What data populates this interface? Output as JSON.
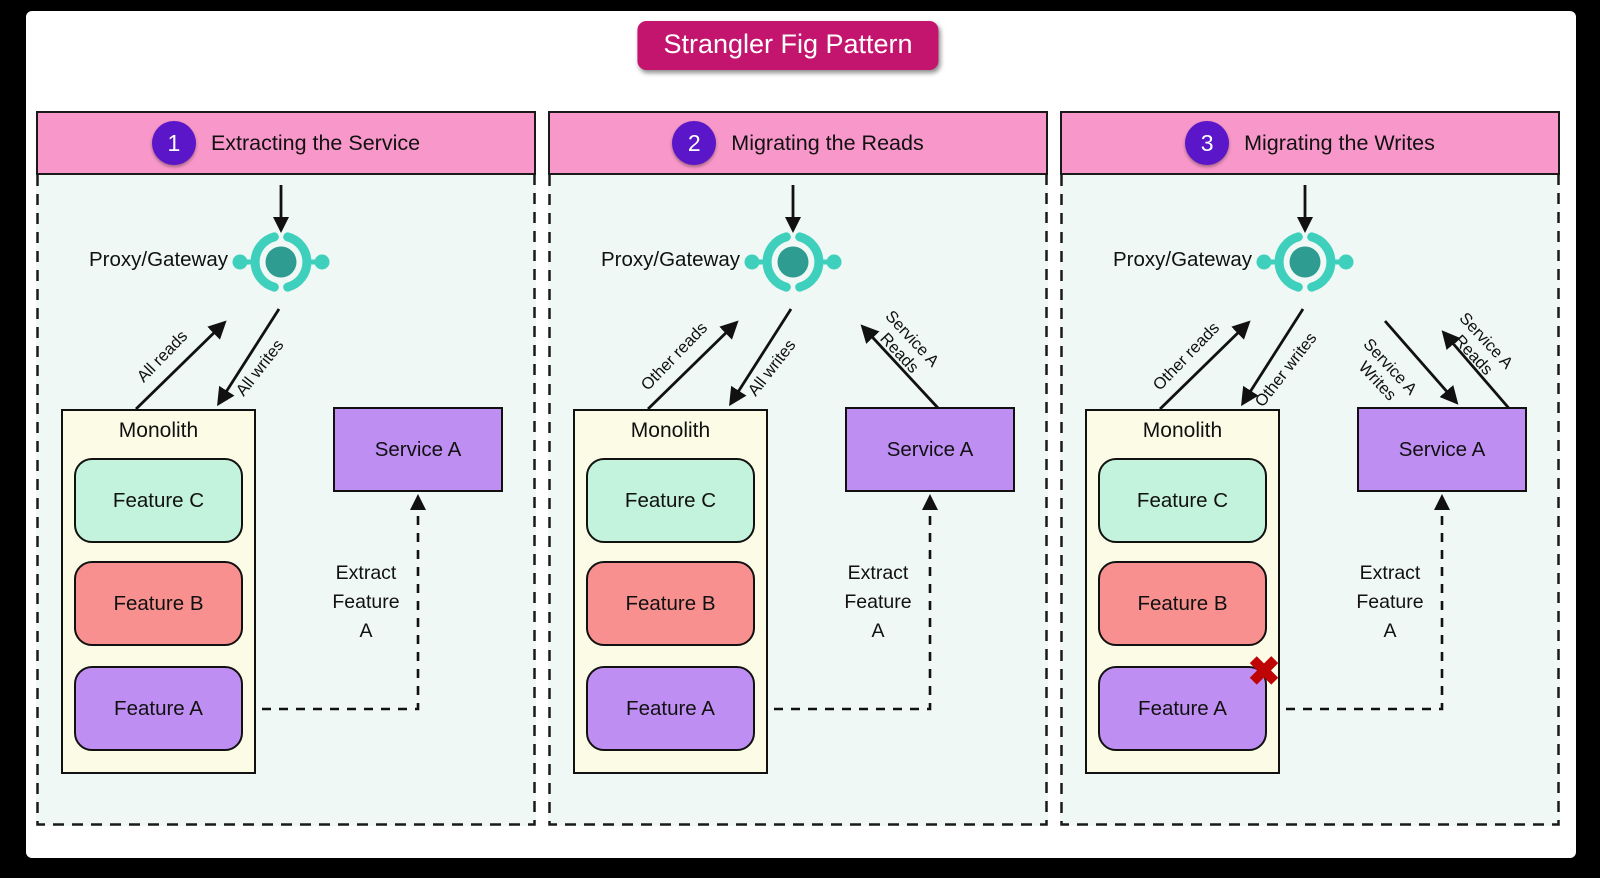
{
  "title": "Strangler Fig Pattern",
  "colors": {
    "title_bg": "#C3156E",
    "header_bg": "#F897C9",
    "number_circle": "#5A16C8",
    "panel_bg": "#EFF8F4",
    "monolith_bg": "#FCFCE6",
    "feature_c": "#C3F3DC",
    "feature_b": "#F89090",
    "feature_a": "#BE8EF2",
    "service_a": "#BE8EF2",
    "proxy_ring": "#3FCFBD",
    "proxy_core": "#2E9C91",
    "x_mark": "#BE0404"
  },
  "panels": [
    {
      "number": "1",
      "header": "Extracting the Service",
      "proxy_label": "Proxy/Gateway",
      "monolith_title": "Monolith",
      "features": [
        "Feature C",
        "Feature B",
        "Feature A"
      ],
      "service_label": "Service A",
      "arrows": {
        "read": "All reads",
        "write": "All writes"
      },
      "extract": [
        "Extract",
        "Feature",
        "A"
      ]
    },
    {
      "number": "2",
      "header": "Migrating the Reads",
      "proxy_label": "Proxy/Gateway",
      "monolith_title": "Monolith",
      "features": [
        "Feature C",
        "Feature B",
        "Feature A"
      ],
      "service_label": "Service A",
      "arrows": {
        "read": "Other reads",
        "write": "All writes",
        "service_read_1": "Service A",
        "service_read_2": "Reads"
      },
      "extract": [
        "Extract",
        "Feature",
        "A"
      ]
    },
    {
      "number": "3",
      "header": "Migrating the Writes",
      "proxy_label": "Proxy/Gateway",
      "monolith_title": "Monolith",
      "features": [
        "Feature C",
        "Feature B",
        "Feature A"
      ],
      "service_label": "Service A",
      "arrows": {
        "read": "Other reads",
        "write": "Other writes",
        "service_read_1": "Service A",
        "service_read_2": "Reads",
        "service_write_1": "Service A",
        "service_write_2": "Writes"
      },
      "extract": [
        "Extract",
        "Feature",
        "A"
      ],
      "x_mark": "✖"
    }
  ]
}
